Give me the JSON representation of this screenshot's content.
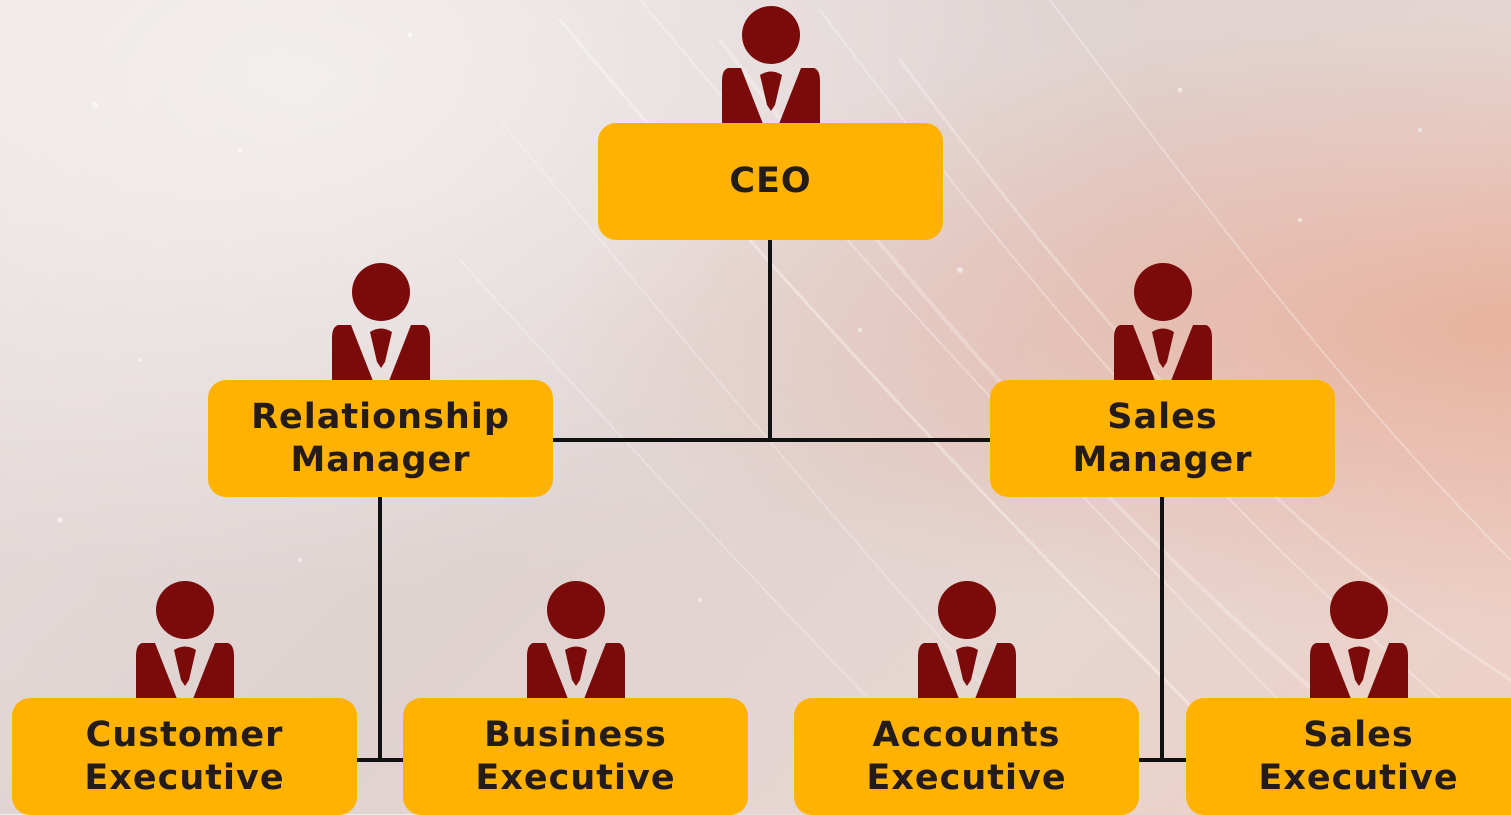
{
  "colors": {
    "box": "#ffb202",
    "person": "#7b0a0a",
    "connector": "#111111",
    "text": "#231c1a"
  },
  "nodes": {
    "ceo": {
      "lines": [
        "CEO"
      ],
      "icon": "person-icon"
    },
    "relationship_manager": {
      "lines": [
        "Relationship",
        "Manager"
      ],
      "icon": "person-icon"
    },
    "sales_manager": {
      "lines": [
        "Sales",
        "Manager"
      ],
      "icon": "person-icon"
    },
    "customer_executive": {
      "lines": [
        "Customer",
        "Executive"
      ],
      "icon": "person-icon"
    },
    "business_executive": {
      "lines": [
        "Business",
        "Executive"
      ],
      "icon": "person-icon"
    },
    "accounts_executive": {
      "lines": [
        "Accounts",
        "Executive"
      ],
      "icon": "person-icon"
    },
    "sales_executive": {
      "lines": [
        "Sales",
        "Executive"
      ],
      "icon": "person-icon"
    }
  },
  "edges": [
    [
      "ceo",
      "relationship_manager"
    ],
    [
      "ceo",
      "sales_manager"
    ],
    [
      "relationship_manager",
      "customer_executive"
    ],
    [
      "relationship_manager",
      "business_executive"
    ],
    [
      "sales_manager",
      "accounts_executive"
    ],
    [
      "sales_manager",
      "sales_executive"
    ]
  ]
}
